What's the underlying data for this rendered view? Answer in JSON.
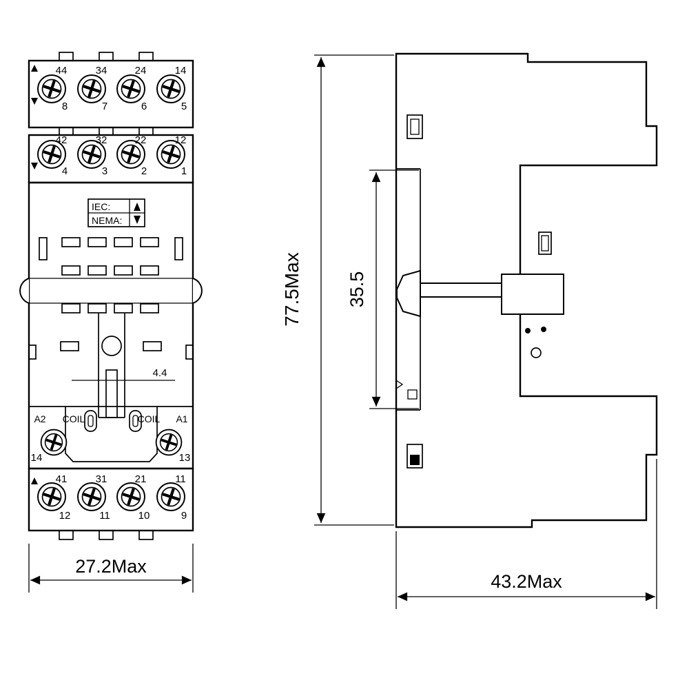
{
  "front_view": {
    "row_top": {
      "labels": [
        "44",
        "34",
        "24",
        "14"
      ],
      "pins": [
        "8",
        "7",
        "6",
        "5"
      ]
    },
    "row_second": {
      "labels": [
        "42",
        "32",
        "22",
        "12"
      ],
      "pins": [
        "4",
        "3",
        "2",
        "1"
      ]
    },
    "marking_box": {
      "iec": "IEC:",
      "nema": "NEMA:"
    },
    "slot_width_dim": "4.4",
    "coil": {
      "left_terminal": "A2",
      "left_label": "COIL",
      "right_label": "COIL",
      "right_terminal": "A1",
      "left_pin": "14",
      "right_pin": "13"
    },
    "row_bottom": {
      "labels": [
        "41",
        "31",
        "21",
        "11"
      ],
      "pins": [
        "12",
        "11",
        "10",
        "9"
      ]
    },
    "width_dim": "27.2Max"
  },
  "side_view": {
    "height_dim": "77.5Max",
    "inner_height_dim": "35.5",
    "width_dim": "43.2Max"
  }
}
